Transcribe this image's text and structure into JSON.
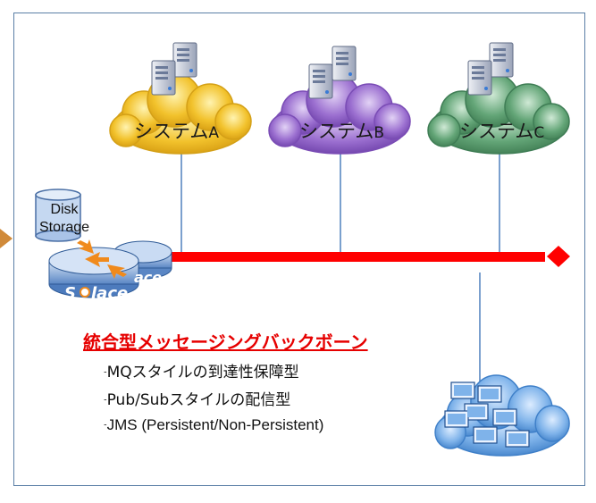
{
  "systems": [
    {
      "label": "システム",
      "suffix": "A",
      "color": "#f2c22c"
    },
    {
      "label": "システム",
      "suffix": "B",
      "color": "#8a5cbf"
    },
    {
      "label": "システム",
      "suffix": "C",
      "color": "#4f8d62"
    }
  ],
  "storage": {
    "line1": "Disk",
    "line2": "Storage"
  },
  "router_logo": "Solace",
  "backbone": {
    "title": "統合型メッセージングバックボーン",
    "features": [
      "MQスタイルの到達性保障型",
      "Pub/Subスタイルの配信型",
      "JMS (Persistent/Non-Persistent)"
    ]
  },
  "colors": {
    "bus": "#ff0000",
    "frame": "#5b7fa6",
    "connector": "#4f81bd",
    "title": "#e60000"
  }
}
